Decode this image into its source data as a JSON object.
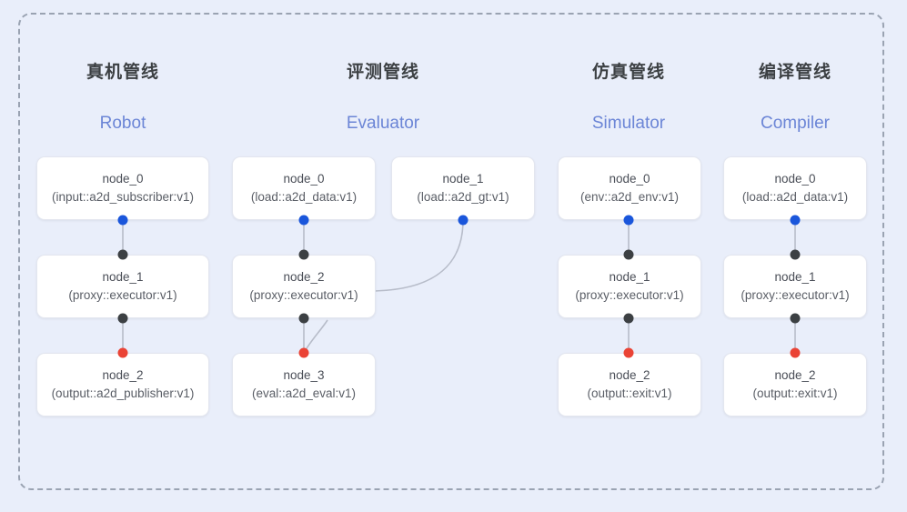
{
  "diagram": {
    "title_visible": false,
    "background_color": "#e9eefa",
    "frame_border_color": "#9aa3b2",
    "accent_color": "#6b85d6",
    "port_colors": {
      "input": "#1a56db",
      "internal": "#3c4043",
      "output": "#ea4335"
    }
  },
  "columns": [
    {
      "title_cn": "真机管线",
      "title_en": "Robot",
      "nodes": [
        {
          "id": "node_0",
          "type": "(input::a2d_subscriber:v1)"
        },
        {
          "id": "node_1",
          "type": "(proxy::executor:v1)"
        },
        {
          "id": "node_2",
          "type": "(output::a2d_publisher:v1)"
        }
      ]
    },
    {
      "title_cn": "评测管线",
      "title_en": "Evaluator",
      "nodes": [
        {
          "id": "node_0",
          "type": "(load::a2d_data:v1)"
        },
        {
          "id": "node_1",
          "type": "(load::a2d_gt:v1)"
        },
        {
          "id": "node_2",
          "type": "(proxy::executor:v1)"
        },
        {
          "id": "node_3",
          "type": "(eval::a2d_eval:v1)"
        }
      ]
    },
    {
      "title_cn": "仿真管线",
      "title_en": "Simulator",
      "nodes": [
        {
          "id": "node_0",
          "type": "(env::a2d_env:v1)"
        },
        {
          "id": "node_1",
          "type": "(proxy::executor:v1)"
        },
        {
          "id": "node_2",
          "type": "(output::exit:v1)"
        }
      ]
    },
    {
      "title_cn": "编译管线",
      "title_en": "Compiler",
      "nodes": [
        {
          "id": "node_0",
          "type": "(load::a2d_data:v1)"
        },
        {
          "id": "node_1",
          "type": "(proxy::executor:v1)"
        },
        {
          "id": "node_2",
          "type": "(output::exit:v1)"
        }
      ]
    }
  ]
}
